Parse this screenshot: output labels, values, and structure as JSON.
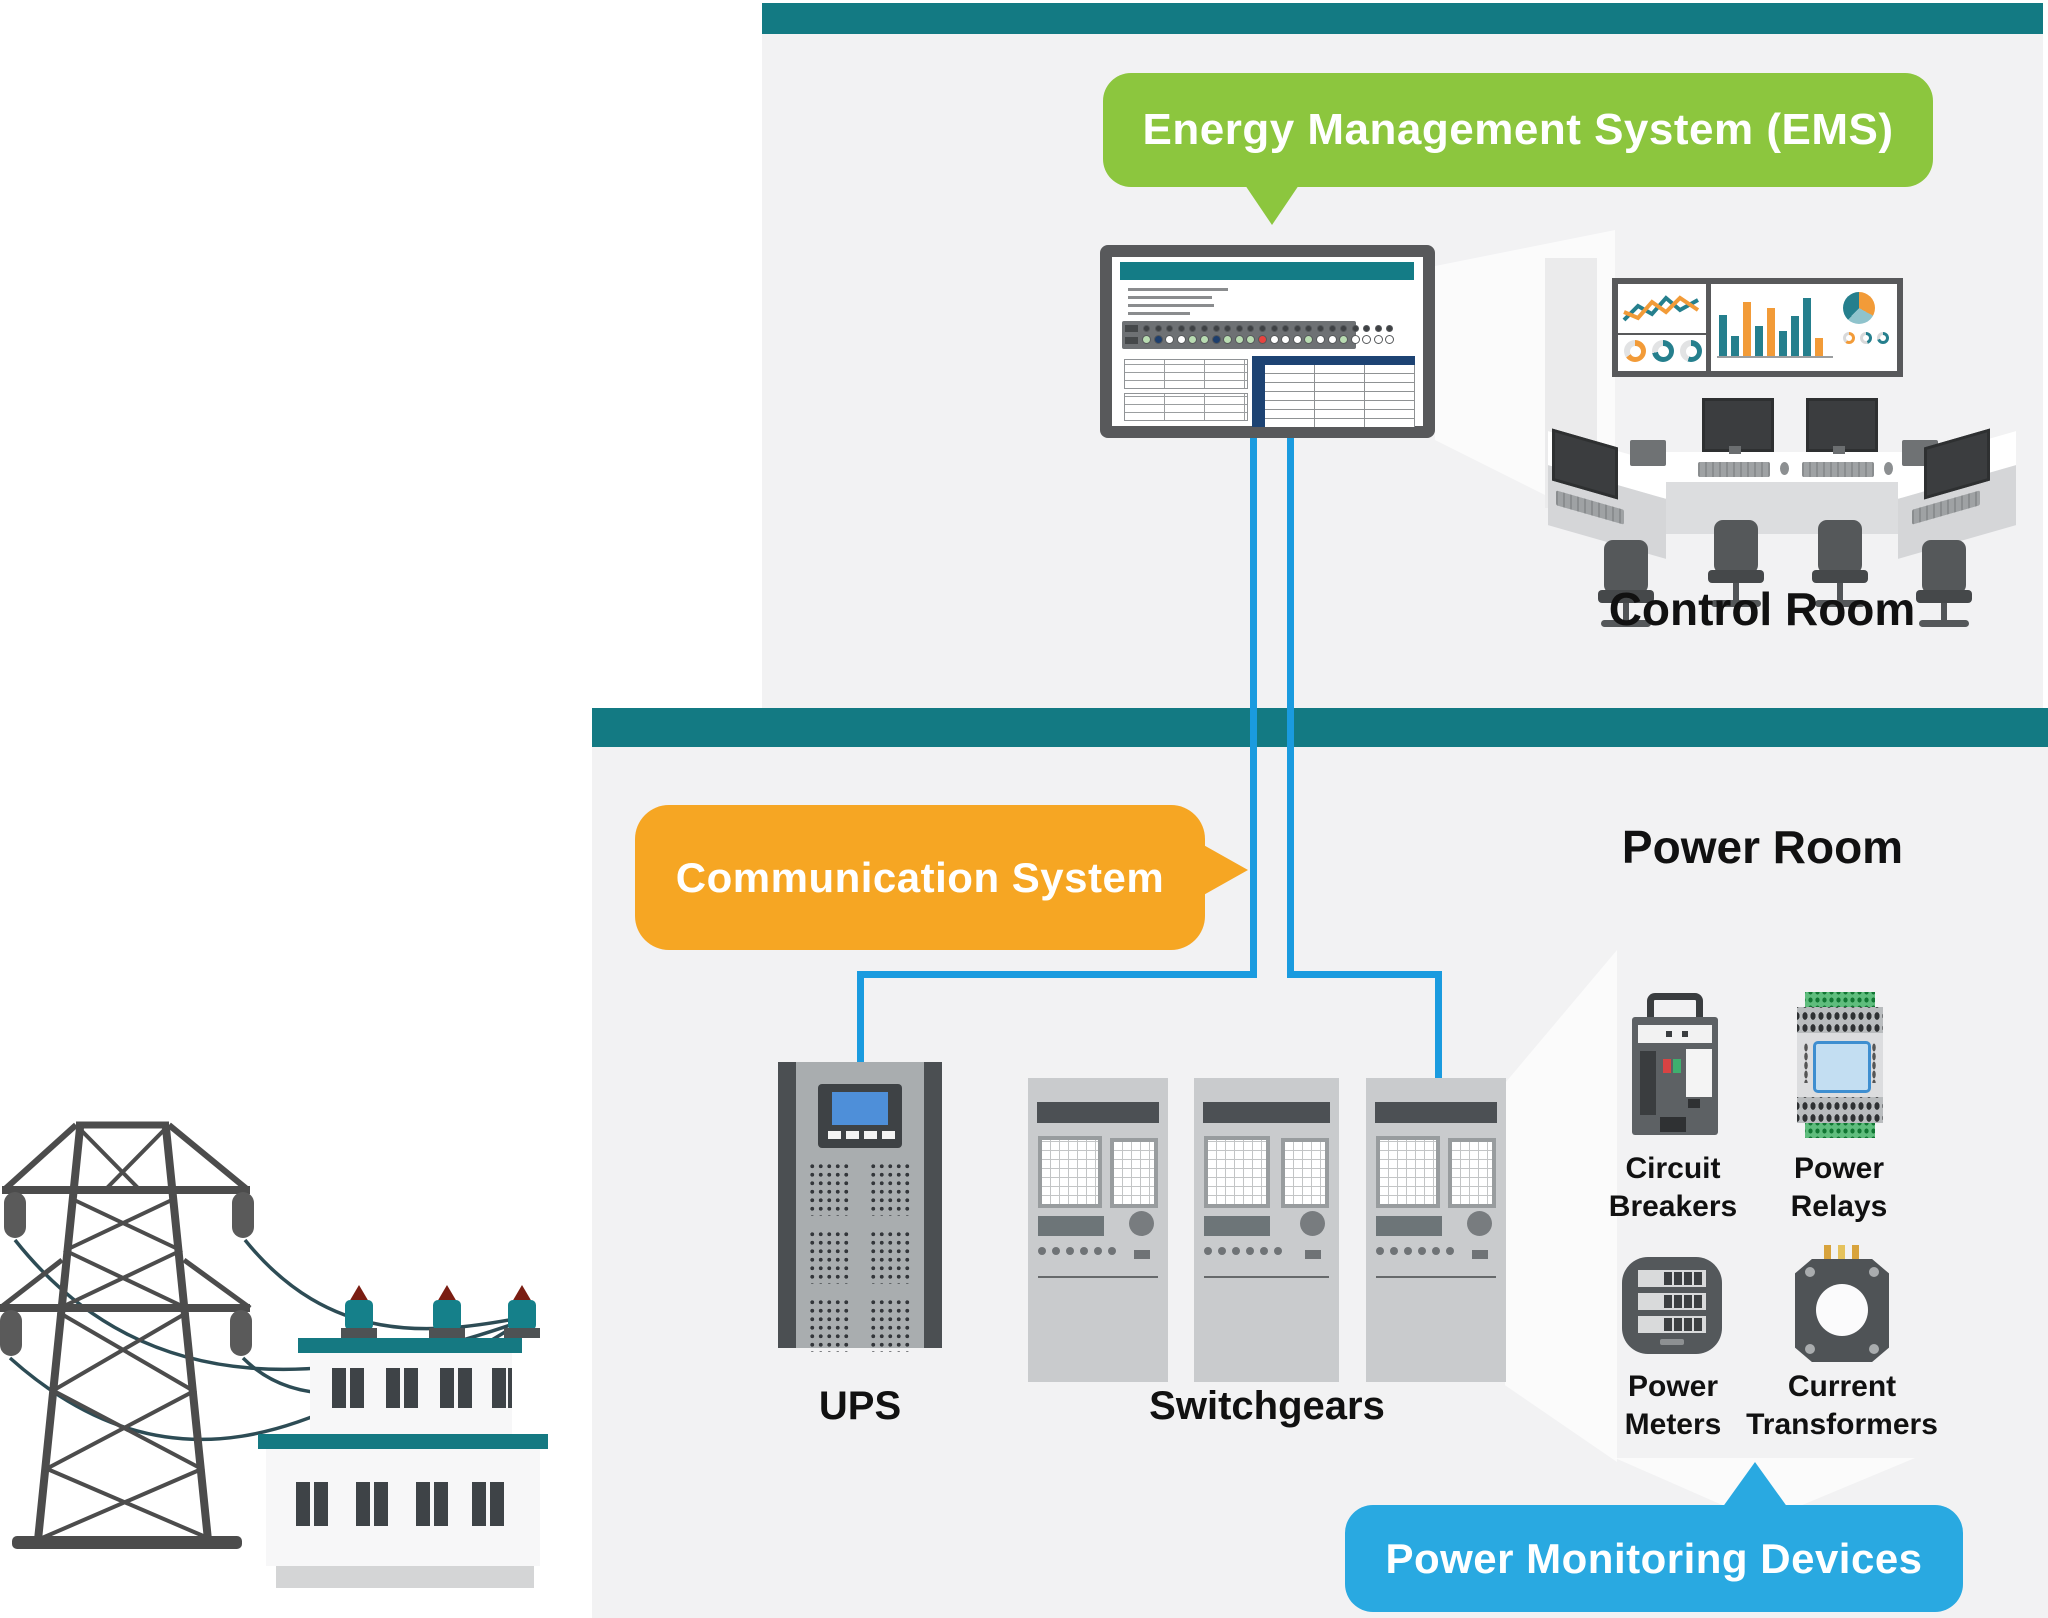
{
  "palette": {
    "teal": "#137a83",
    "panel_gray": "#f2f2f3",
    "green_callout": "#8cc63e",
    "orange_callout": "#f6a623",
    "blue_callout": "#29a9e1",
    "cable_blue": "#1a9bdf",
    "bezel_dark": "#58595b",
    "table_navy": "#1d4373",
    "alarm_red": "#e8433f",
    "ok_green": "#b9dcb2"
  },
  "callouts": {
    "ems": {
      "label": "Energy Management System (EMS)"
    },
    "communication": {
      "label": "Communication System"
    },
    "power_monitoring": {
      "label": "Power Monitoring Devices"
    }
  },
  "rooms": {
    "control_room": {
      "label": "Control Room"
    },
    "power_room": {
      "label": "Power Room"
    }
  },
  "equipment": {
    "ups": {
      "label": "UPS"
    },
    "switchgears": {
      "label": "Switchgears"
    }
  },
  "devices": [
    {
      "id": "circuit-breakers",
      "line1": "Circuit",
      "line2": "Breakers"
    },
    {
      "id": "power-relays",
      "line1": "Power",
      "line2": "Relays"
    },
    {
      "id": "power-meters",
      "line1": "Power",
      "line2": "Meters"
    },
    {
      "id": "current-transformers",
      "line1": "Current",
      "line2": "Transformers"
    }
  ],
  "ems_monitor": {
    "indicator_colors": [
      "#b9dcb2",
      "#1d3e6d",
      "#ffffff",
      "#ffffff",
      "#b9dcb2",
      "#b9dcb2",
      "#1d3e6d",
      "#b9dcb2",
      "#b9dcb2",
      "#b9dcb2",
      "#e8433f",
      "#ffffff",
      "#ffffff",
      "#ffffff",
      "#b9dcb2",
      "#ffffff",
      "#ffffff",
      "#b9dcb2",
      "#ffffff",
      "#ffffff",
      "#ffffff",
      "#ffffff"
    ]
  },
  "dashboard": {
    "bar_heights": [
      62,
      30,
      82,
      46,
      72,
      38,
      60,
      88,
      28
    ],
    "bar_colors": [
      "teal",
      "teal",
      "orange",
      "teal",
      "orange",
      "teal",
      "teal",
      "teal",
      "orange"
    ]
  }
}
